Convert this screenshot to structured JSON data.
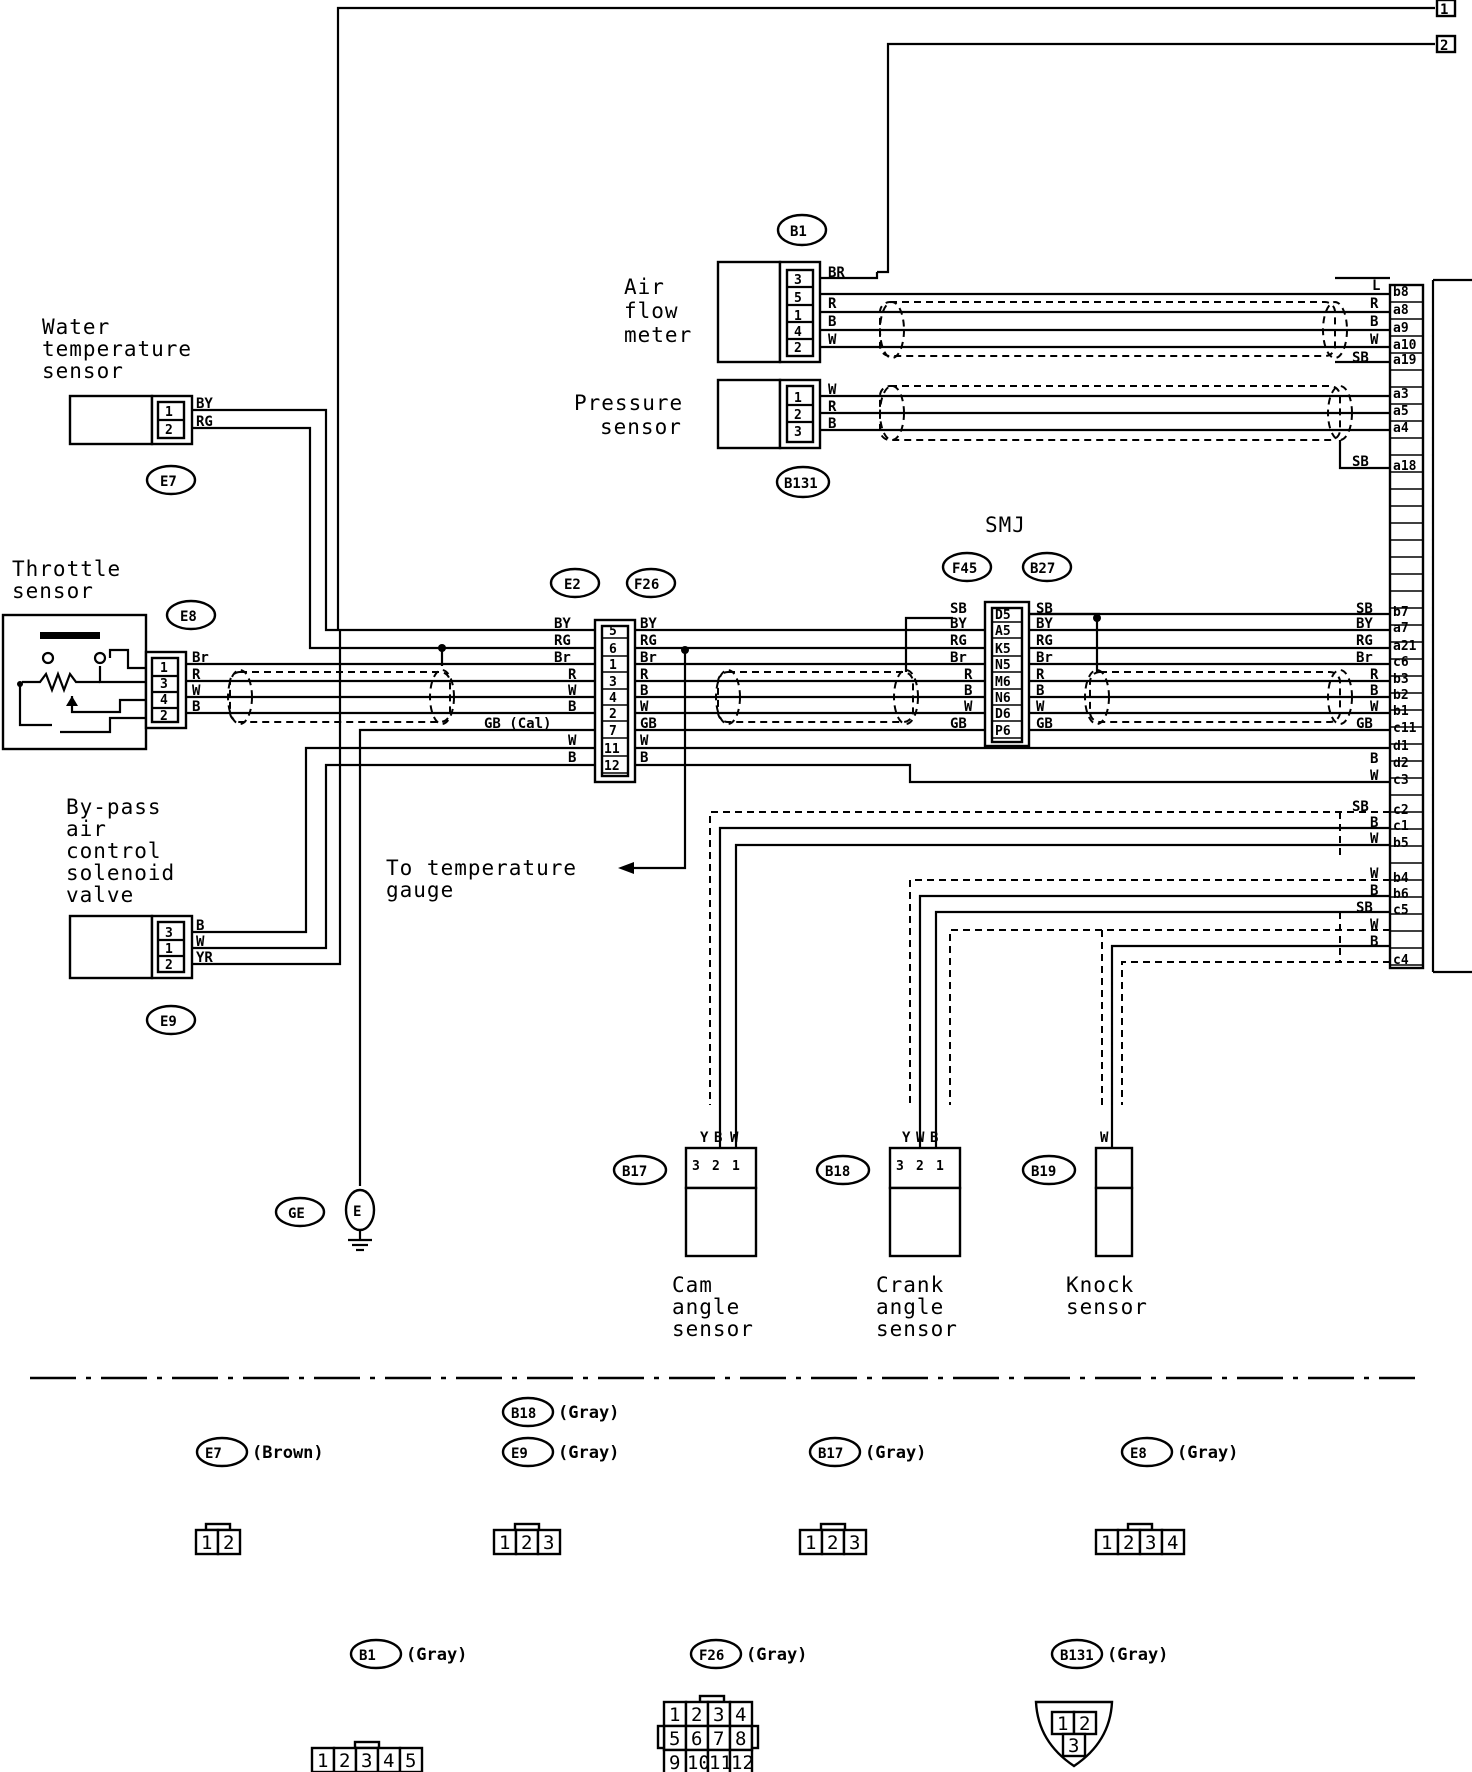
{
  "title": "",
  "components": {
    "water_temp": "Water\ntemperature\nsensor",
    "throttle": "Throttle\nsensor",
    "bypass": "By-pass\nair\ncontrol\nsolenoid\nvalve",
    "air_flow": "Air\nflow\nmeter",
    "pressure": "Pressure\nsensor",
    "cam": "Cam\nangle\nsensor",
    "crank": "Crank\nangle\nsensor",
    "knock": "Knock\nsensor",
    "smj": "SMJ",
    "temp_gauge": "To temperature\ngauge",
    "ground": "E"
  },
  "connectors": {
    "e7": "E7",
    "e8": "E8",
    "e9": "E9",
    "e2": "E2",
    "f26": "F26",
    "f45": "F45",
    "b27": "B27",
    "b1": "B1",
    "b131": "B131",
    "b17": "B17",
    "b18": "B18",
    "b19": "B19",
    "ge": "GE"
  },
  "wire_colors": {
    "br": "BR",
    "by": "BY",
    "rg": "RG",
    "r": "R",
    "w": "W",
    "b": "B",
    "sb": "SB",
    "yr": "YR",
    "l": "L",
    "y": "Y",
    "brown": "Br",
    "gb": "GB",
    "gb_cal": "GB (Cal)"
  },
  "page_refs": [
    "1",
    "2"
  ],
  "ecm_pins": [
    "b8",
    "a8",
    "a9",
    "a10",
    "a19",
    "a3",
    "a5",
    "a4",
    "a18",
    "b7",
    "a7",
    "a21",
    "c6",
    "b3",
    "b2",
    "b1",
    "c11",
    "d1",
    "d2",
    "c3",
    "c2",
    "c1",
    "b5",
    "b4",
    "b6",
    "c5",
    "c4"
  ],
  "smj_pins": [
    "D5",
    "A5",
    "K5",
    "N5",
    "M6",
    "N6",
    "D6",
    "P6"
  ],
  "legend": [
    {
      "id": "E7",
      "color": "(Brown)",
      "cells": [
        "1",
        "2"
      ]
    },
    {
      "id": "B18",
      "color": "(Gray)"
    },
    {
      "id": "E9",
      "color": "(Gray)",
      "cells": [
        "1",
        "2",
        "3"
      ]
    },
    {
      "id": "B17",
      "color": "(Gray)",
      "cells": [
        "1",
        "2",
        "3"
      ]
    },
    {
      "id": "E8",
      "color": "(Gray)",
      "cells": [
        "1",
        "2",
        "3",
        "4"
      ]
    },
    {
      "id": "B1",
      "color": "(Gray)",
      "cells": [
        "1",
        "2",
        "3",
        "4",
        "5"
      ]
    },
    {
      "id": "F26",
      "color": "(Gray)",
      "cells": [
        "1",
        "2",
        "3",
        "4",
        "5",
        "6",
        "7",
        "8",
        "9",
        "10",
        "11",
        "12"
      ]
    },
    {
      "id": "B131",
      "color": "(Gray)",
      "cells": [
        "1",
        "2",
        "3"
      ]
    }
  ]
}
